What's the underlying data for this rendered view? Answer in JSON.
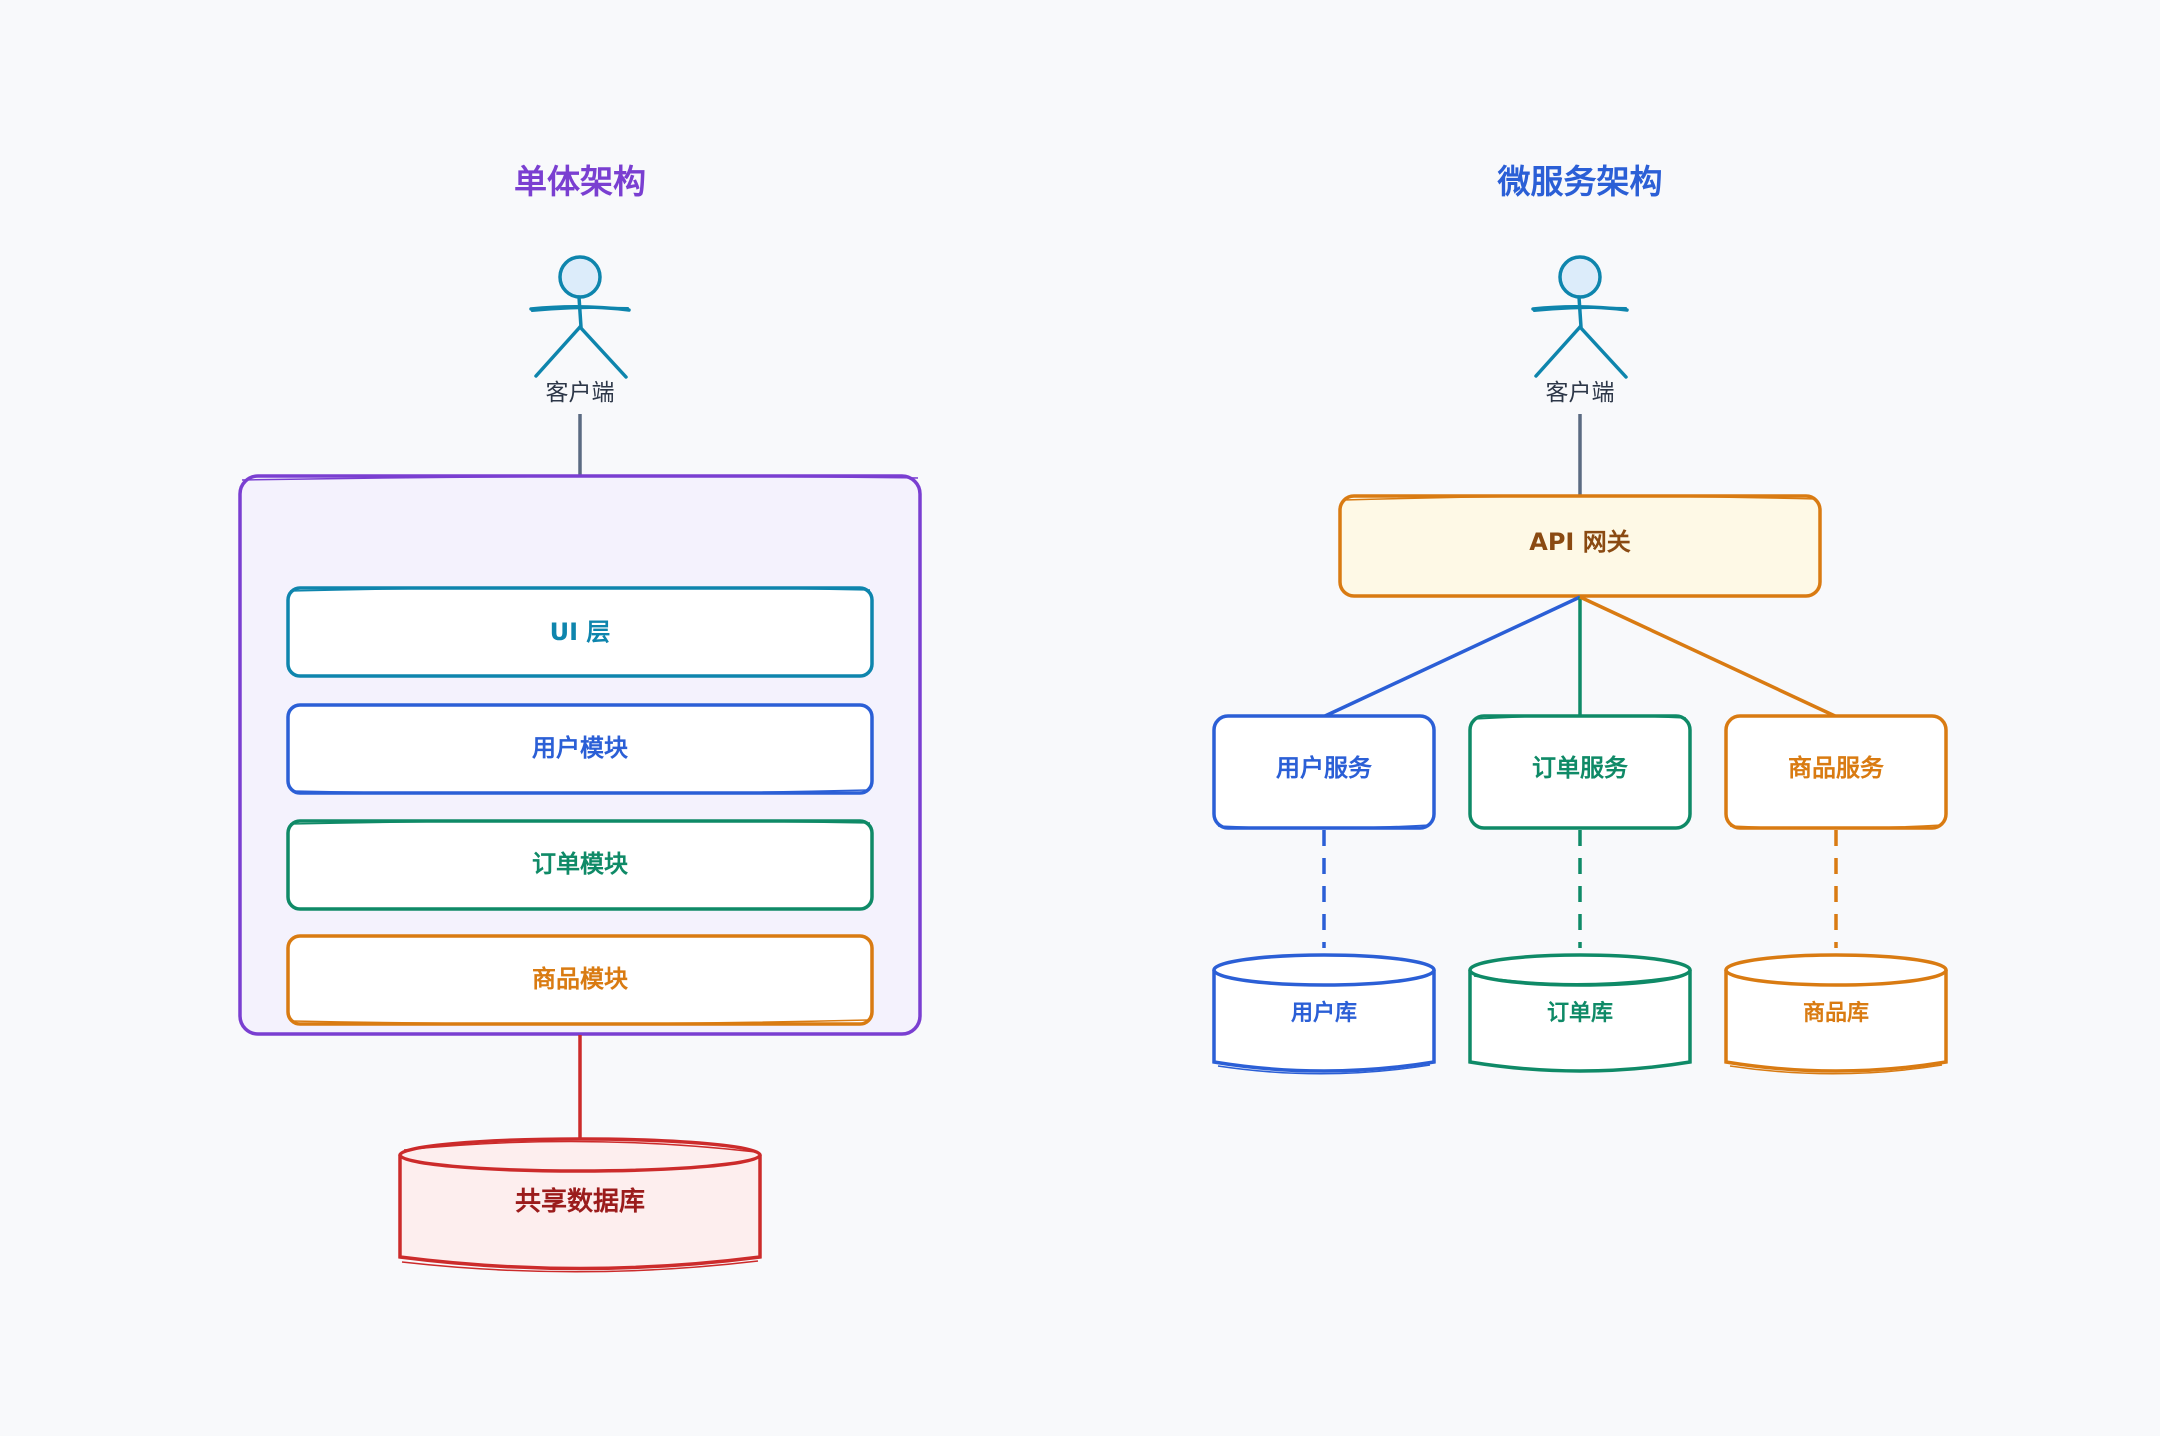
{
  "monolith": {
    "title": "单体架构",
    "client_label": "客户端",
    "layers": {
      "ui": "UI 层",
      "user": "用户模块",
      "order": "订单模块",
      "product": "商品模块"
    },
    "database": "共享数据库"
  },
  "microservices": {
    "title": "微服务架构",
    "client_label": "客户端",
    "gateway": "API 网关",
    "services": {
      "user": "用户服务",
      "order": "订单服务",
      "product": "商品服务"
    },
    "databases": {
      "user": "用户库",
      "order": "订单库",
      "product": "商品库"
    }
  },
  "colors": {
    "purple": "#7a3fd1",
    "teal": "#0e85ad",
    "blue": "#2b5fd6",
    "green": "#0f8a67",
    "orange": "#d97b12",
    "red": "#cc2b2b",
    "slate": "#5b6b82",
    "gateway_text": "#8a4a12"
  }
}
